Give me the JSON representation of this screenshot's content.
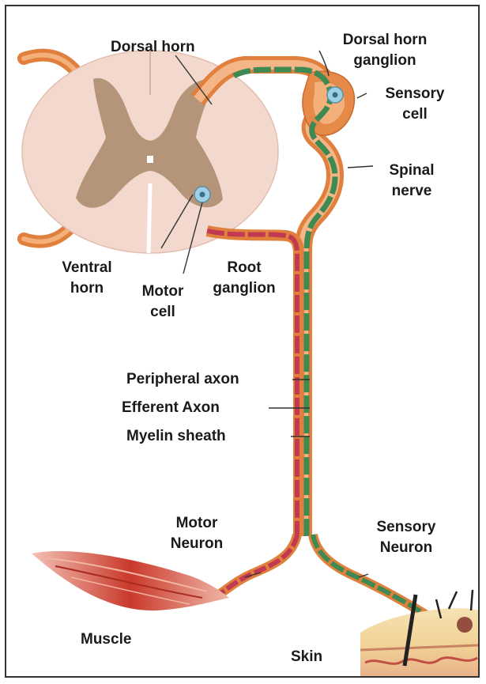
{
  "labels": {
    "dorsal_horn": "Dorsal horn",
    "dorsal_horn_ganglion_1": "Dorsal horn",
    "dorsal_horn_ganglion_2": "ganglion",
    "sensory_cell_1": "Sensory",
    "sensory_cell_2": "cell",
    "spinal_nerve_1": "Spinal",
    "spinal_nerve_2": "nerve",
    "ventral_horn_1": "Ventral",
    "ventral_horn_2": "horn",
    "root_ganglion_1": "Root",
    "root_ganglion_2": "ganglion",
    "motor_cell_1": "Motor",
    "motor_cell_2": "cell",
    "peripheral_axon": "Peripheral axon",
    "efferent_axon": "Efferent Axon",
    "myelin_sheath": "Myelin sheath",
    "motor_neuron_1": "Motor",
    "motor_neuron_2": "Neuron",
    "sensory_neuron_1": "Sensory",
    "sensory_neuron_2": "Neuron",
    "muscle": "Muscle",
    "skin": "Skin"
  },
  "colors": {
    "spinal_cord": "#f3d9cd",
    "grey_matter": "#b08f73",
    "nerve_sheath": "#e0803c",
    "sensory_axon": "#3f8a52",
    "motor_axon": "#c23a52",
    "muscle": "#d24b3a",
    "skin": "#f2d9a2"
  }
}
